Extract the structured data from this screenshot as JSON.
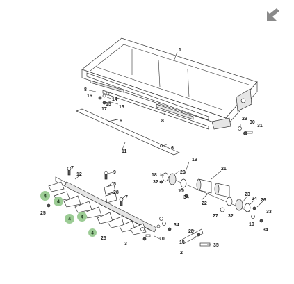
{
  "callouts": {
    "c1": "1",
    "c2": "2",
    "c3": "3",
    "c5": "5",
    "c6a": "6",
    "c6b": "6",
    "c7a": "7",
    "c7b": "7",
    "c8a": "8",
    "c8b": "8",
    "c9": "9",
    "c10a": "10",
    "c10b": "10",
    "c10c": "10",
    "c10d": "10",
    "c11": "11",
    "c12": "12",
    "c13": "13",
    "c14": "14",
    "c15": "15",
    "c16": "16",
    "c17": "17",
    "c18": "18",
    "c19": "19",
    "c20": "20",
    "c21": "21",
    "c22": "22",
    "c23": "23",
    "c24": "24",
    "c25a": "25",
    "c25b": "25",
    "c25c": "25",
    "c26": "26",
    "c27": "27",
    "c28": "28",
    "c29": "29",
    "c30": "30",
    "c31": "31",
    "c32a": "32",
    "c32b": "32",
    "c33": "33",
    "c34a": "34",
    "c34b": "34",
    "c34c": "34",
    "c35": "35"
  },
  "highlights": [
    "4",
    "4",
    "4",
    "4",
    "4"
  ],
  "colors": {
    "highlight": "#9ccc95",
    "line": "#333333",
    "arrow": "#8a8a8a"
  },
  "icons": {
    "nav": "arrow-down-left-icon"
  }
}
